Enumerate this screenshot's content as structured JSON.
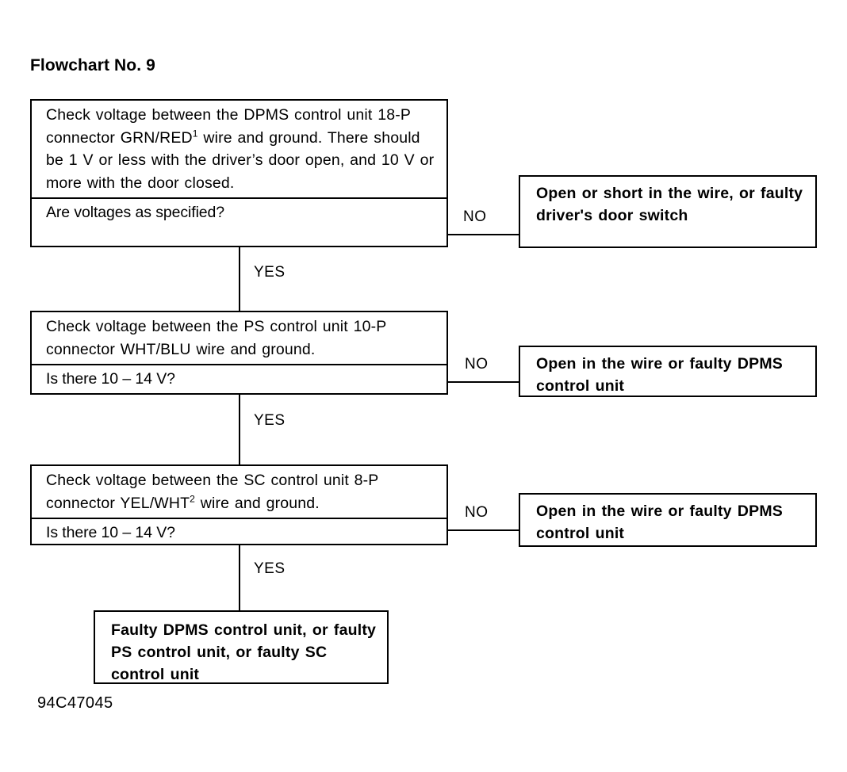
{
  "title": "Flowchart No. 9",
  "caption": "94C47045",
  "edge_labels": {
    "no": "NO",
    "yes": "YES"
  },
  "steps": [
    {
      "id": "step-1",
      "statement": "Check voltage between the DPMS control unit 18-P connector GRN/RED¹ wire and ground. There should be 1 V or less with the driver's door open, and 10 V or more with the door closed.",
      "question": "Are voltages as specified?",
      "no_label": "NO",
      "no_outcome": "Open or short in the wire, or faulty driver's door switch",
      "yes_label": "YES"
    },
    {
      "id": "step-2",
      "statement": "Check voltage between the PS control unit 10-P connector WHT/BLU wire and ground.",
      "question": "Is there 10 – 14 V?",
      "no_label": "NO",
      "no_outcome": "Open in the wire or faulty DPMS control unit",
      "yes_label": "YES"
    },
    {
      "id": "step-3",
      "statement": "Check voltage between the SC control unit 8-P connector YEL/WHT² wire and ground.",
      "question": "Is there 10 – 14 V?",
      "no_label": "NO",
      "no_outcome": "Open in the wire or faulty DPMS control unit",
      "yes_label": "YES"
    }
  ],
  "final_outcome": "Faulty DPMS control unit, or faulty PS control unit, or faulty SC control unit",
  "colors": {
    "ink": "#000000",
    "paper": "#ffffff"
  }
}
